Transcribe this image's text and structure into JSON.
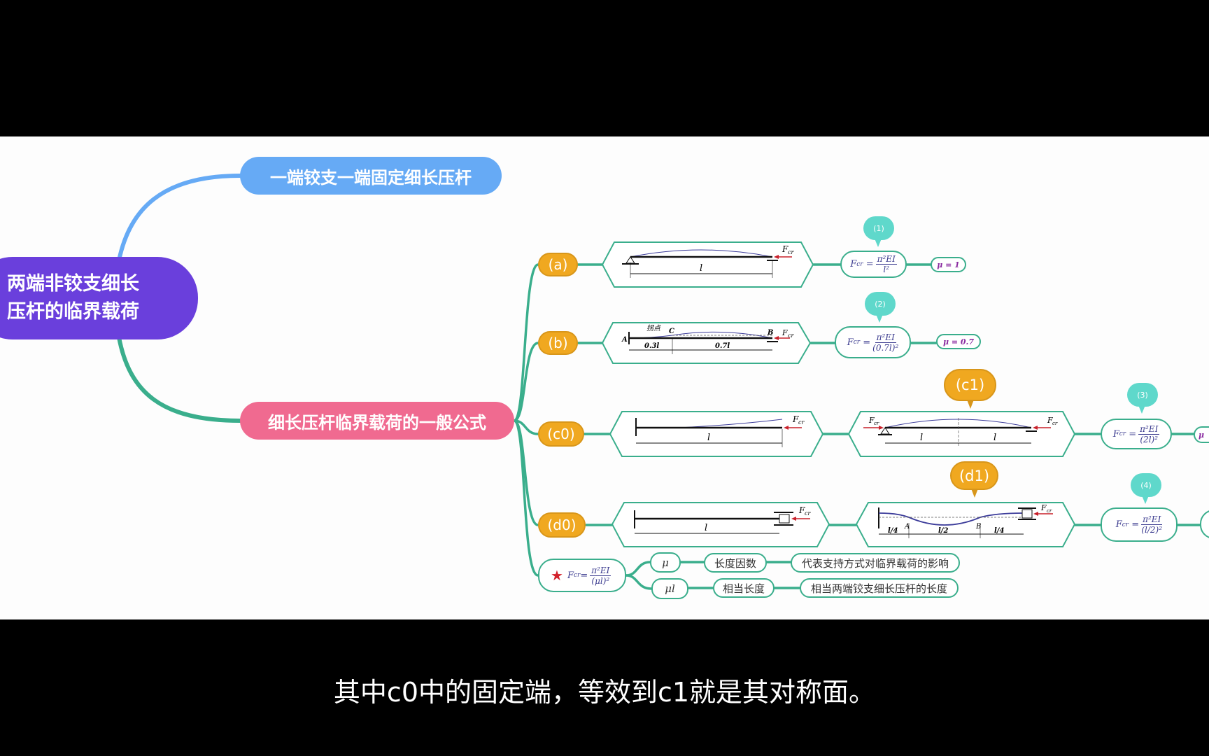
{
  "root": {
    "line1": "两端非铰支细长",
    "line2": "压杆的临界载荷"
  },
  "topics": {
    "blue": "一端铰支一端固定细长压杆",
    "pink": "细长压杆临界载荷的一般公式"
  },
  "labels": {
    "a": "(a)",
    "b": "(b)",
    "c0": "(c0)",
    "d0": "(d0)",
    "c1": "(c1)",
    "d1": "(d1)"
  },
  "bubbles": {
    "1": "(1)",
    "2": "(2)",
    "3": "(3)",
    "4": "(4)"
  },
  "diagram": {
    "force": "F",
    "force_sub": "cr",
    "length": "l",
    "b_inflection": "拐点",
    "b_A": "A",
    "b_B": "B",
    "b_C": "C",
    "b_03": "0.3l",
    "b_07": "0.7l",
    "d1_A": "A",
    "d1_B": "B",
    "d1_q": "l/4",
    "d1_h": "l/2"
  },
  "formulas": {
    "lhs": "F",
    "lhs_sub": "cr",
    "eq": "=",
    "num": "π²EI",
    "a_den": "l²",
    "b_den": "(0.7l)²",
    "c_den": "(2l)²",
    "d_den": "(l/2)²",
    "general_den": "(μl)²"
  },
  "mu": {
    "a": "μ = 1",
    "b": "μ = 0.7",
    "c_partial": "μ"
  },
  "general": {
    "star_icon": "star",
    "mu_symbol": "μ",
    "mu_name": "长度因数",
    "mu_desc": "代表支持方式对临界载荷的影响",
    "mul_symbol": "μl",
    "mul_name": "相当长度",
    "mul_desc": "相当两端铰支细长压杆的长度"
  },
  "subtitle": "其中c0中的固定端，等效到c1就是其对称面。",
  "colors": {
    "root": "#6a3fdc",
    "blue": "#66aaf5",
    "pink": "#f06a90",
    "teal": "#3aae8c",
    "orange": "#f0a820",
    "bubble": "#5fd8cb"
  }
}
